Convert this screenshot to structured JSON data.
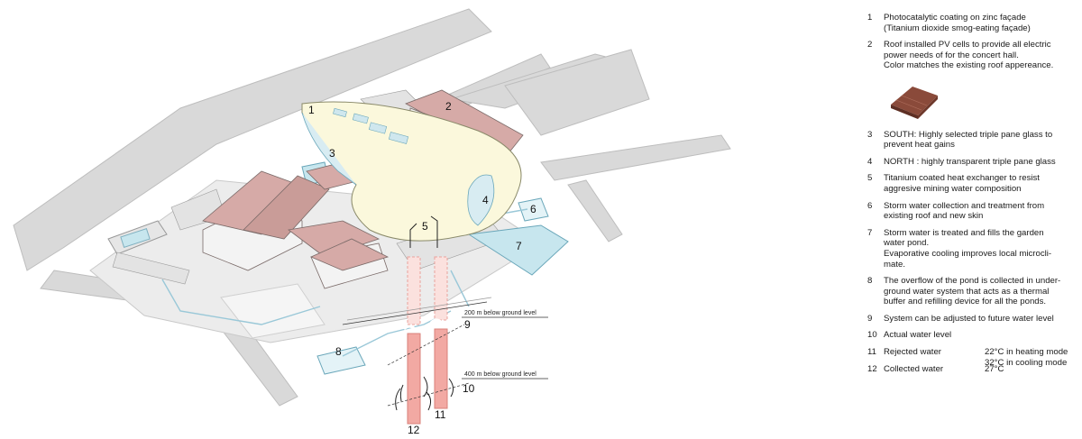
{
  "colors": {
    "roads": "#d7d7d7",
    "buildings_wall": "#f1f1f1",
    "roof": "#d6aaa7",
    "roof_shadow": "#c0928f",
    "canopy": "#fbf8dc",
    "water": "#c7e6ee",
    "pipe": "#9ac8d8",
    "borehole": "#f2a9a3",
    "borehole_dark": "#e07f78"
  },
  "callouts": {
    "c1": "1",
    "c2": "2",
    "c3": "3",
    "c4": "4",
    "c5": "5",
    "c6": "6",
    "c7": "7",
    "c8": "8",
    "c9": "9",
    "c10": "10",
    "c11": "11",
    "c12": "12"
  },
  "depth_labels": {
    "level_200": "200 m below ground level",
    "level_400": "400 m below ground level"
  },
  "legend": [
    {
      "num": "1",
      "text": "Photocatalytic coating on zinc façade\n(Titanium dioxide smog-eating façade)"
    },
    {
      "num": "2",
      "text": "Roof installed PV cells to provide all electric\npower needs of for the concert hall.\nColor matches the existing roof appereance."
    },
    {
      "num": "3",
      "text": "SOUTH: Highly selected triple pane glass to\nprevent heat gains"
    },
    {
      "num": "4",
      "text": "NORTH : highly transparent triple pane glass"
    },
    {
      "num": "5",
      "text": "Titanium coated heat exchanger to resist\naggresive mining water composition"
    },
    {
      "num": "6",
      "text": "Storm water collection and treatment from\nexisting roof and new skin"
    },
    {
      "num": "7",
      "text": "Storm water is treated and fills the garden\nwater pond.\nEvaporative cooling improves local microcli-\nmate."
    },
    {
      "num": "8",
      "text": "The overflow of the pond is collected in under-\nground water system that acts as a thermal\nbuffer and refilling device for all the ponds."
    },
    {
      "num": "9",
      "text": "System can be adjusted to future water level"
    },
    {
      "num": "10",
      "text": "Actual water level"
    },
    {
      "num": "11",
      "text": "Rejected water",
      "temp": "22°C in heating mode\n32°C in cooling mode"
    },
    {
      "num": "12",
      "text": "Collected water",
      "temp": "27°C"
    }
  ]
}
